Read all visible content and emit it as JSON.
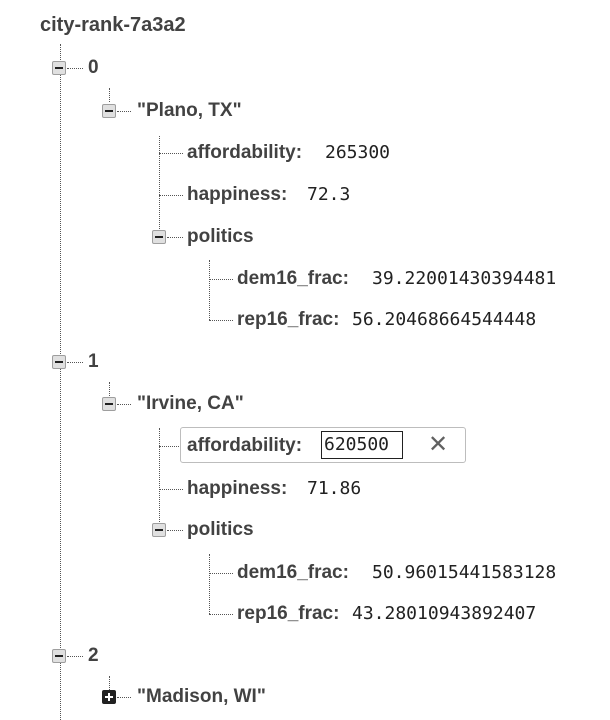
{
  "root": "city-rank-7a3a2",
  "nodes": [
    {
      "index": "0",
      "city": "\"Plano, TX\"",
      "affordability": {
        "key": "affordability:",
        "value": "265300"
      },
      "happiness": {
        "key": "happiness:",
        "value": "72.3"
      },
      "politics": {
        "key": "politics",
        "dem": {
          "key": "dem16_frac:",
          "value": "39.22001430394481"
        },
        "rep": {
          "key": "rep16_frac:",
          "value": "56.20468664544448"
        }
      }
    },
    {
      "index": "1",
      "city": "\"Irvine, CA\"",
      "affordability": {
        "key": "affordability:",
        "value": "620500"
      },
      "happiness": {
        "key": "happiness:",
        "value": "71.86"
      },
      "politics": {
        "key": "politics",
        "dem": {
          "key": "dem16_frac:",
          "value": "50.96015441583128"
        },
        "rep": {
          "key": "rep16_frac:",
          "value": "43.28010943892407"
        }
      }
    },
    {
      "index": "2",
      "city": "\"Madison, WI\""
    }
  ],
  "edit": {
    "close_label": "✕"
  }
}
